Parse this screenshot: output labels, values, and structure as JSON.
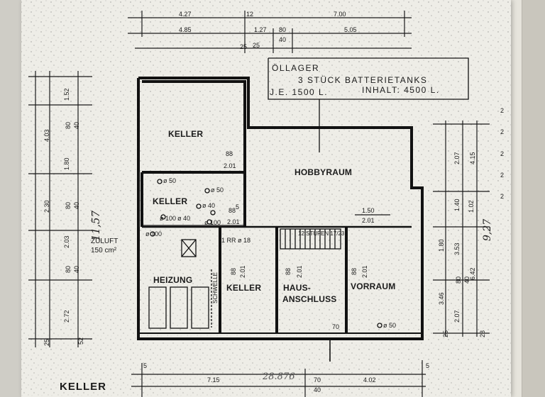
{
  "notes": {
    "line1": "ÖLLAGER",
    "line2": "3   STÜCK     BATTERIETANKS",
    "line3a": "J.E.   1500 L.",
    "line3b": "INHALT: 4500  L."
  },
  "rooms": {
    "keller_top": "KELLER",
    "keller_mid": "KELLER",
    "hobbyraum": "HOBBYRAUM",
    "heizung": "HEIZUNG",
    "keller_small": "KELLER",
    "haus1": "HAUS-",
    "haus2": "ANSCHLUSS",
    "vorraum": "VORRAUM",
    "schwelle": "SCHWELLE"
  },
  "labels": {
    "zuluft": "ZULUFT",
    "zuluft_size": "150 cm²",
    "rr": "1 RR ø 18",
    "stufen": "12 STUFEN 17/23",
    "plan_title": "KELLER",
    "total_height": "11,57",
    "right_total": "9,27",
    "handwritten": "28.876"
  },
  "pipes": {
    "p1": "ø 50",
    "p2": "ø 50",
    "p3": "ø 40",
    "p4": "ø 100",
    "p5": "ø 40",
    "p6": "ø 100",
    "p7": "ø 100",
    "p8": "ø 50"
  },
  "dims_top": {
    "a1": "4.27",
    "a2": "12",
    "a3": "7.00",
    "b1": "4.85",
    "b2": "1.27",
    "b3": "80",
    "b4": "40",
    "b5": "5.05",
    "c1": "25",
    "c2": "25"
  },
  "dims_inner": {
    "d1": "88",
    "d2": "2.01",
    "d3": "88",
    "d4": "2.01",
    "d5": "1.50",
    "d6": "2.01",
    "d7": "70",
    "d8": "5"
  },
  "dims_door": {
    "v1": "88",
    "v2": "2.01",
    "v3": "88",
    "v4": "2.01",
    "v5": "88",
    "v6": "2.01"
  },
  "dims_left": {
    "l1": "1.52",
    "l2": "4.03",
    "l3": "80",
    "l4": "40",
    "l5": "1.80",
    "l6": "2.30",
    "l7": "80",
    "l8": "40",
    "l9": "2.03",
    "l10": "80",
    "l11": "40",
    "l12": "2.72",
    "l13": "25",
    "l14": "52"
  },
  "dims_right": {
    "r1": "2.07",
    "r2": "4.15",
    "r3": "1.40",
    "r4": "1.02",
    "r5": "3.53",
    "r6": "1.80",
    "r7": "3.46",
    "r8": "6.42",
    "r9": "80",
    "r10": "40",
    "r11": "2.07",
    "r12": "25",
    "r13": "28"
  },
  "dims_bottom": {
    "e1": "7.15",
    "e2": "70",
    "e3": "40",
    "e4": "4.02",
    "e5": "5",
    "e6": "5"
  },
  "side_marks": [
    "2",
    "2",
    "2",
    "2",
    "2"
  ]
}
